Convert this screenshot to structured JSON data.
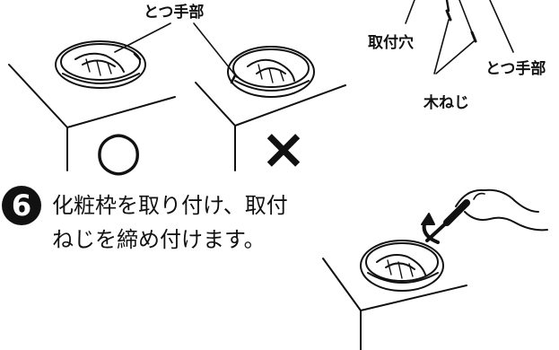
{
  "labels": {
    "protrusion_top": "とつ手部",
    "mounting_hole": "取付穴",
    "protrusion_right": "とつ手部",
    "wood_screw": "木ねじ"
  },
  "marks": {
    "correct": "○",
    "incorrect": "×"
  },
  "step": {
    "number": "6",
    "line1": "化粧枠を取り付け、取付",
    "line2": "ねじを締め付けます。"
  }
}
